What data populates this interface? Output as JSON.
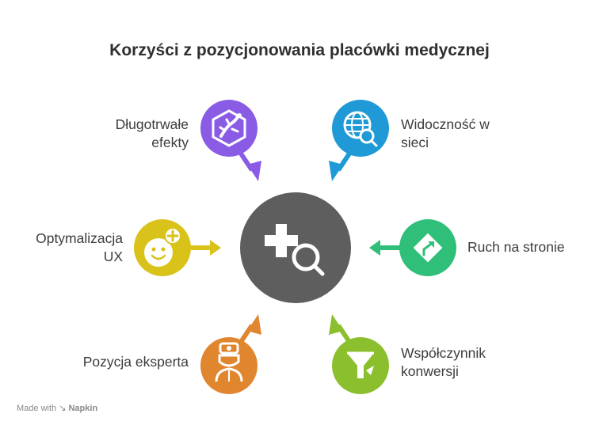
{
  "title": "Korzyści z pozycjonowania placówki medycznej",
  "center": {
    "icon": "medical-search-icon",
    "color": "#5f5e5e"
  },
  "benefits": [
    {
      "id": "long-term",
      "line1": "Długotrwałe",
      "line2": "efekty",
      "icon": "gecko-icon",
      "color": "#8a5ce6"
    },
    {
      "id": "visibility",
      "line1": "Widoczność w",
      "line2": "sieci",
      "icon": "globe-search-icon",
      "color": "#1f9ad6"
    },
    {
      "id": "traffic",
      "line1": "Ruch na stronie",
      "line2": "",
      "icon": "route-sign-icon",
      "color": "#2fbf78"
    },
    {
      "id": "conversion",
      "line1": "Współczynnik",
      "line2": "konwersji",
      "icon": "funnel-icon",
      "color": "#8cbf2e"
    },
    {
      "id": "expert",
      "line1": "Pozycja eksperta",
      "line2": "",
      "icon": "doctor-icon",
      "color": "#e0862f"
    },
    {
      "id": "ux",
      "line1": "Optymalizacja",
      "line2": "UX",
      "icon": "smile-plus-icon",
      "color": "#d9c21a"
    }
  ],
  "footer": {
    "made_with": "Made with",
    "brand": "Napkin"
  }
}
